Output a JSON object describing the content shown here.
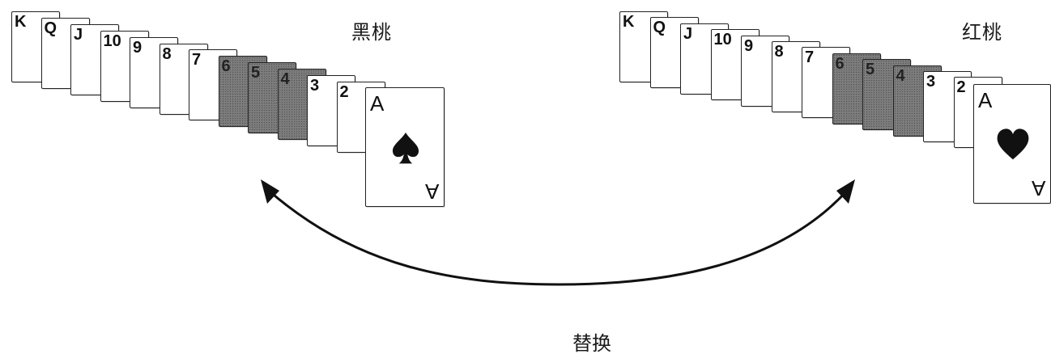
{
  "left_suit": {
    "label": "黑桃",
    "ranks": [
      "K",
      "Q",
      "J",
      "10",
      "9",
      "8",
      "7",
      "6",
      "5",
      "4",
      "3",
      "2"
    ],
    "shaded_ranks": [
      "6",
      "5",
      "4"
    ],
    "ace": {
      "rank": "A",
      "pip_icon": "spade-icon"
    }
  },
  "right_suit": {
    "label": "红桃",
    "ranks": [
      "K",
      "Q",
      "J",
      "10",
      "9",
      "8",
      "7",
      "6",
      "5",
      "4",
      "3",
      "2"
    ],
    "shaded_ranks": [
      "6",
      "5",
      "4"
    ],
    "ace": {
      "rank": "A",
      "pip_icon": "heart-icon"
    }
  },
  "arrow": {
    "label": "替换",
    "icon": "double-headed-curved-arrow-icon"
  }
}
